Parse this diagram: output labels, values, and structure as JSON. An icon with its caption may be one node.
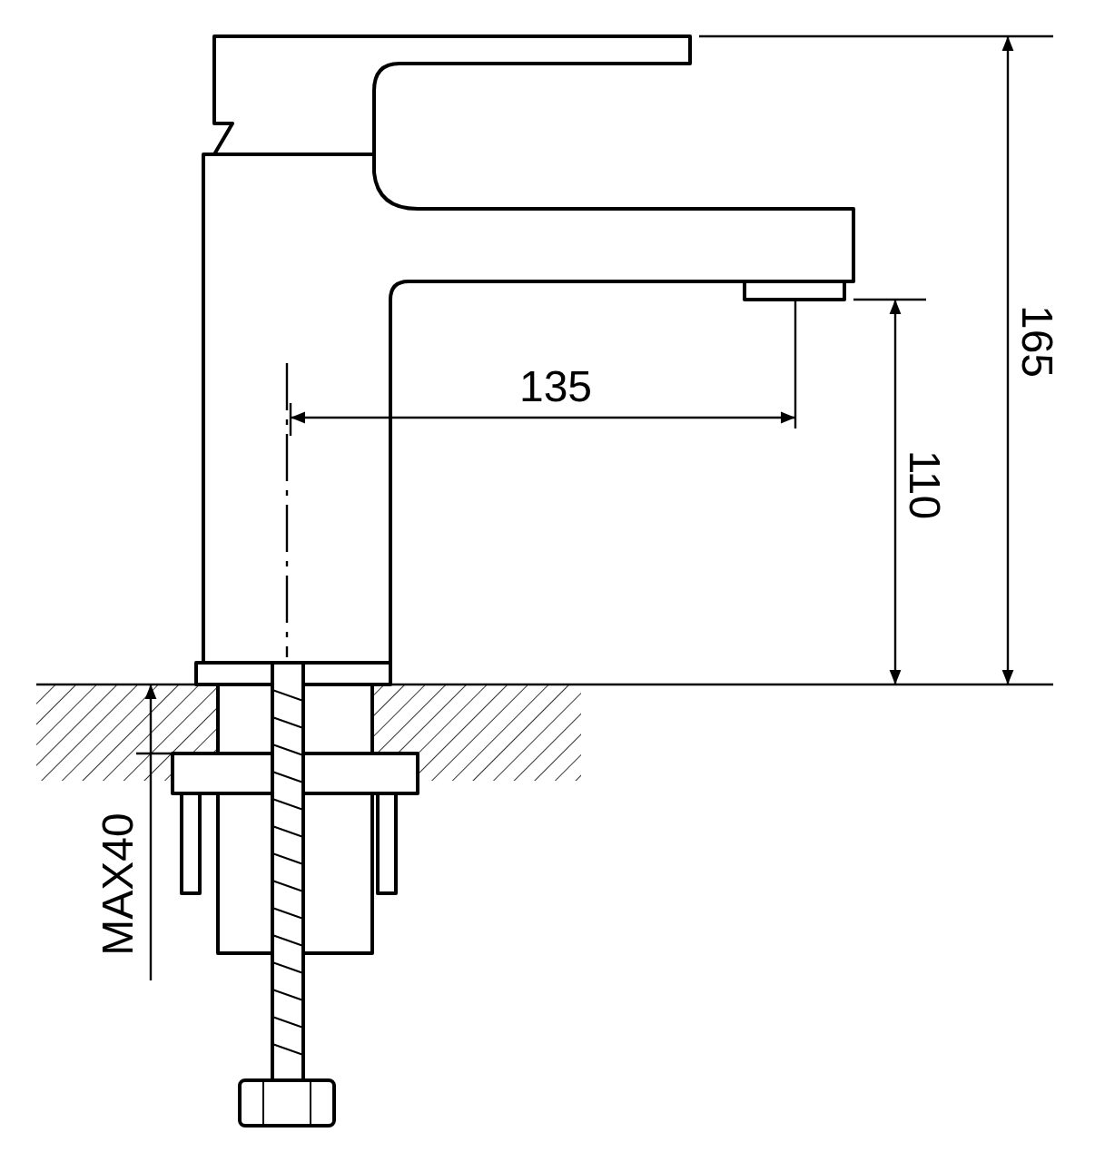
{
  "diagram": {
    "labels": [
      "165",
      "135",
      "110",
      "MAX40"
    ]
  }
}
